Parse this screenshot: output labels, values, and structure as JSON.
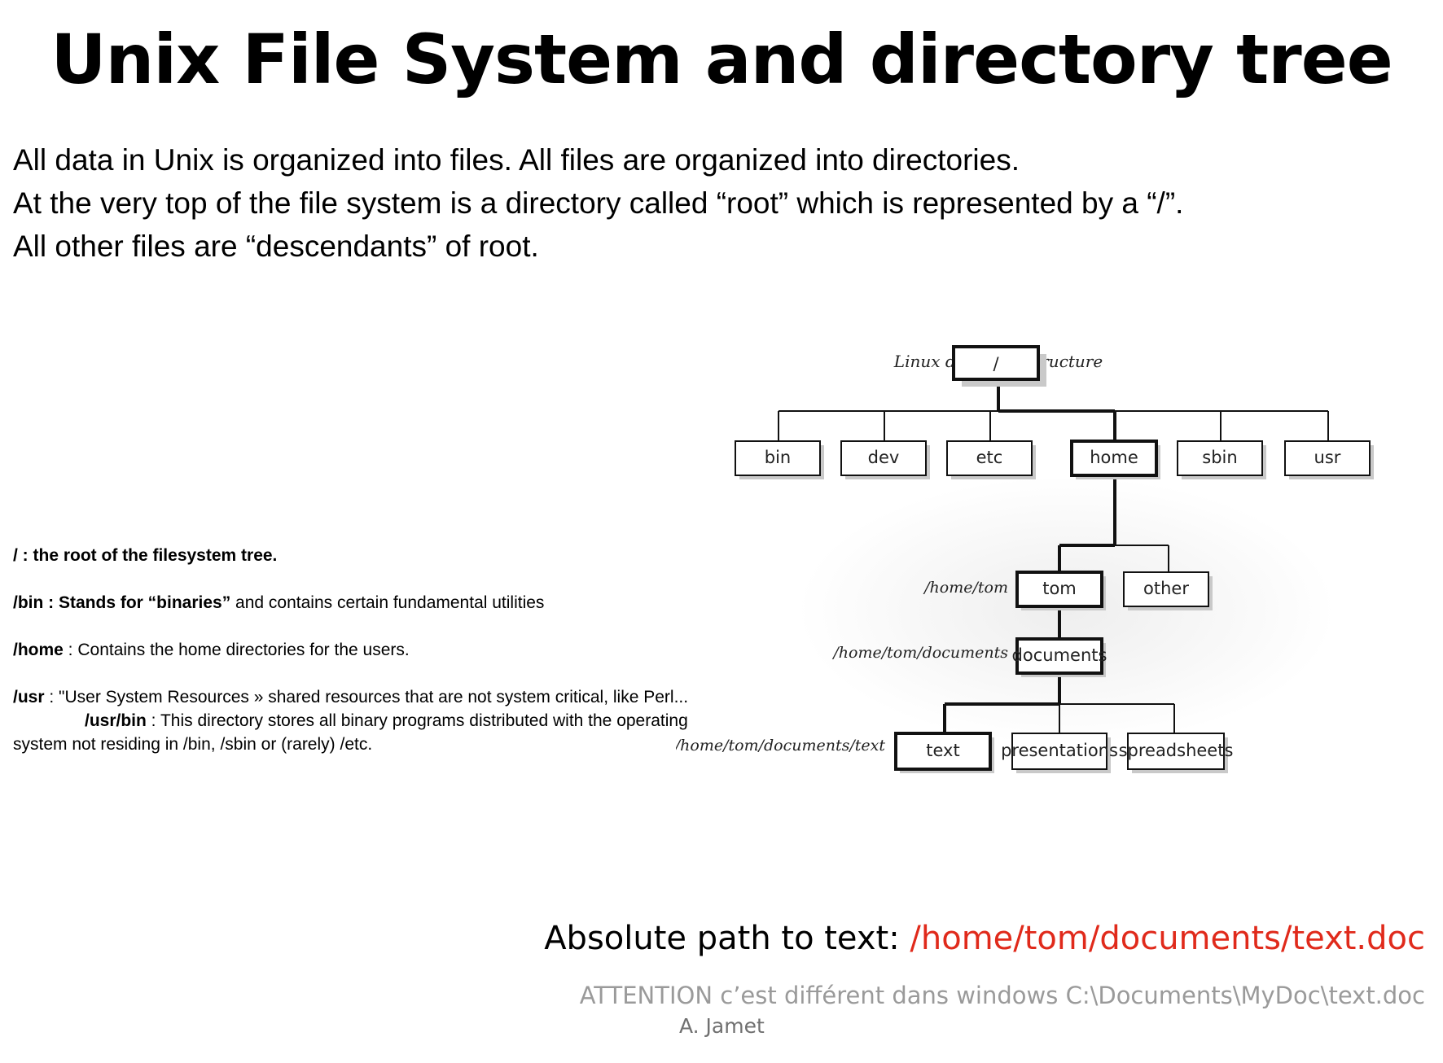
{
  "title": "Unix File System and directory tree",
  "intro": [
    "All data in Unix is organized into files. All files are organized into directories.",
    "At the very top of the file system is a directory called “root” which is represented by a “/”.",
    "All other files are “descendants” of root."
  ],
  "definitions": {
    "root": {
      "term": "/ : the root of the filesystem tree."
    },
    "bin": {
      "term": "/bin : Stands for “binaries”",
      "text": " and contains certain fundamental utilities"
    },
    "home": {
      "term": "/home",
      "text": " : Contains the home directories for the users."
    },
    "usr": {
      "term": "/usr",
      "text": " : \"User System Resources » shared resources that are not system critical, like Perl..."
    },
    "usr_bin": {
      "term": "/usr/bin",
      "text": " : This directory stores all binary programs distributed with the operating system not residing in /bin, /sbin or (rarely) /etc."
    }
  },
  "diagram": {
    "caption": "Linux directory structure",
    "root": "/",
    "level1": [
      "bin",
      "dev",
      "etc",
      "home",
      "sbin",
      "usr"
    ],
    "home_children": [
      "tom",
      "other"
    ],
    "tom_child": "documents",
    "documents_children": [
      "text",
      "presentations",
      "spreadsheets"
    ],
    "path_labels": {
      "tom": "/home/tom",
      "documents": "/home/tom/documents",
      "text": "/home/tom/documents/text"
    }
  },
  "absolute_path": {
    "label": "Absolute path to text: ",
    "value": "/home/tom/documents/text.doc"
  },
  "attention": "ATTENTION c’est différent dans windows C:\\Documents\\MyDoc\\text.doc",
  "author": "A. Jamet",
  "colors": {
    "path_value": "#e02a1b",
    "attention": "#9a9a9a"
  }
}
